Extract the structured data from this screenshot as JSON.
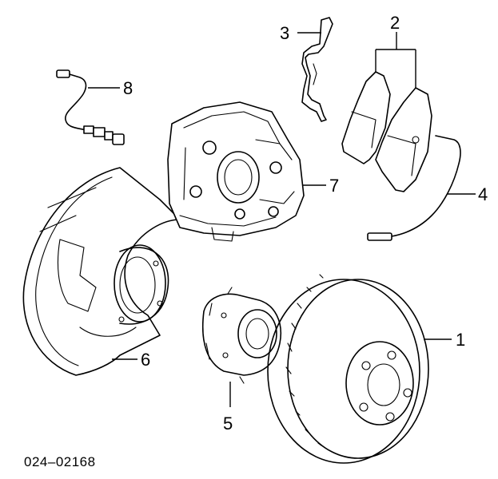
{
  "diagram_id": "024–02168",
  "callouts": {
    "c1": "1",
    "c2": "2",
    "c3": "3",
    "c4": "4",
    "c5": "5",
    "c6": "6",
    "c7": "7",
    "c8": "8"
  }
}
